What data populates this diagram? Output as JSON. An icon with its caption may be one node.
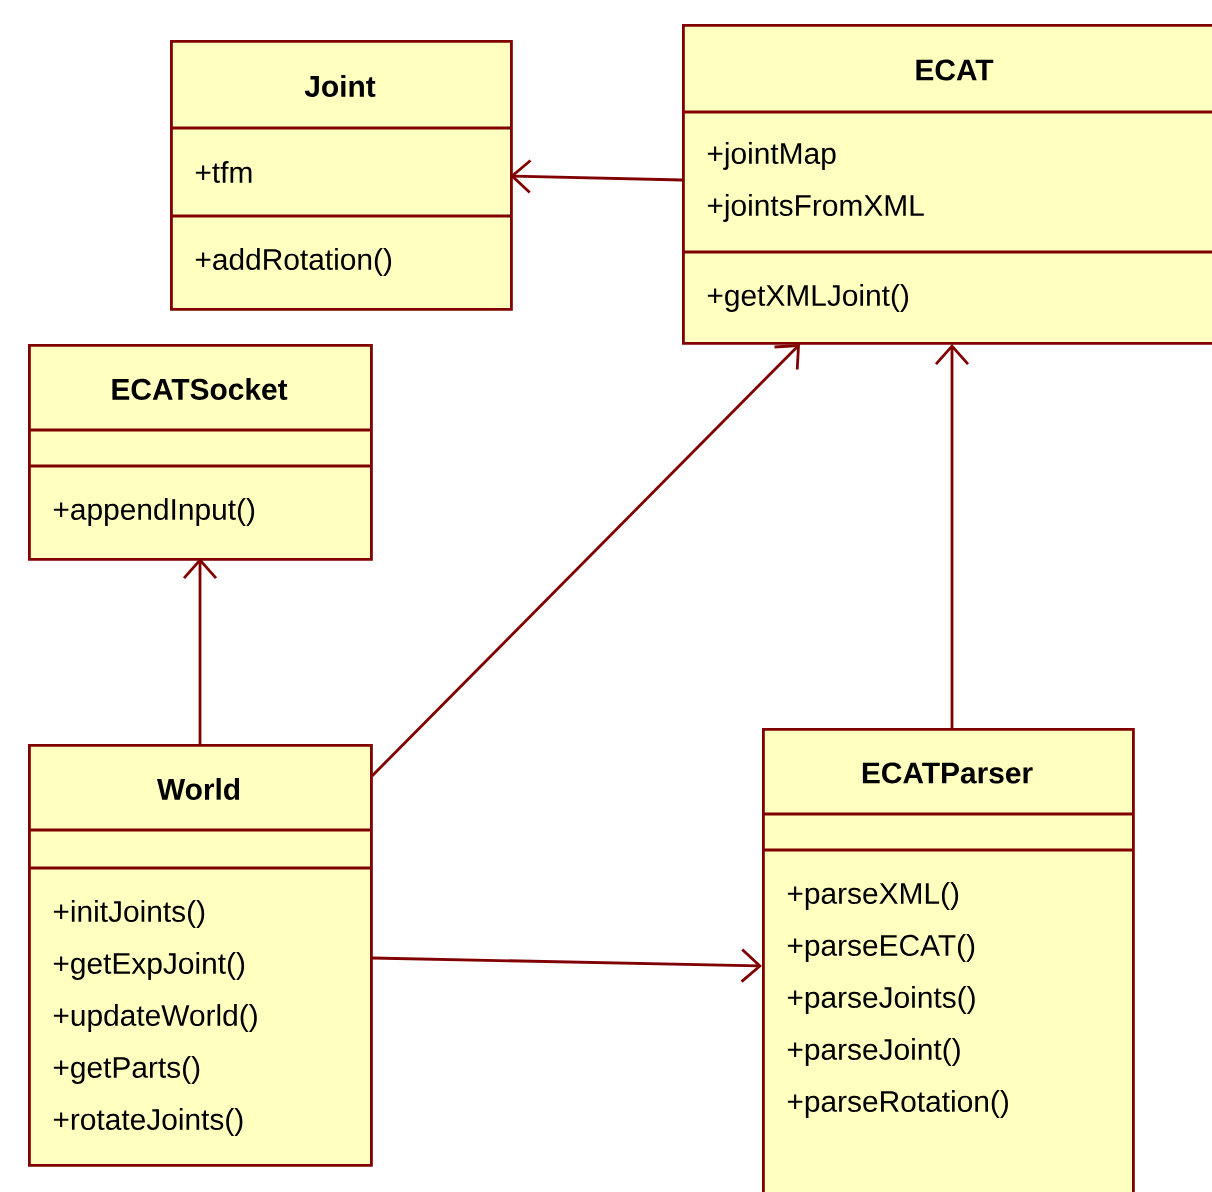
{
  "diagram": {
    "nodes": [
      {
        "text": [
          "Joint",
          "+tfm",
          "+addRotation()"
        ]
      },
      {
        "text": [
          "ECAT",
          "+jointMap",
          "+jointsFromXML",
          "+getXMLJoint()"
        ]
      },
      {
        "text": [
          "ECATSocket",
          "+appendInput()"
        ]
      },
      {
        "text": [
          "World",
          "+initJoints()",
          "+getExpJoint()",
          "+updateWorld()",
          "+getParts()",
          "+rotateJoints()"
        ]
      },
      {
        "text": [
          "ECATParser",
          "+parseXML()",
          "+parseECAT()",
          "+parseJoints()",
          "+parseJoint()",
          "+parseRotation()"
        ]
      }
    ],
    "edges": [
      {
        "from": 1,
        "to": 0,
        "arrow": "to"
      },
      {
        "from": 3,
        "to": 2,
        "arrow": "to"
      },
      {
        "from": 3,
        "to": 1,
        "arrow": "to"
      },
      {
        "from": 4,
        "to": 1,
        "arrow": "to"
      },
      {
        "from": 3,
        "to": 4,
        "arrow": "to"
      }
    ]
  }
}
